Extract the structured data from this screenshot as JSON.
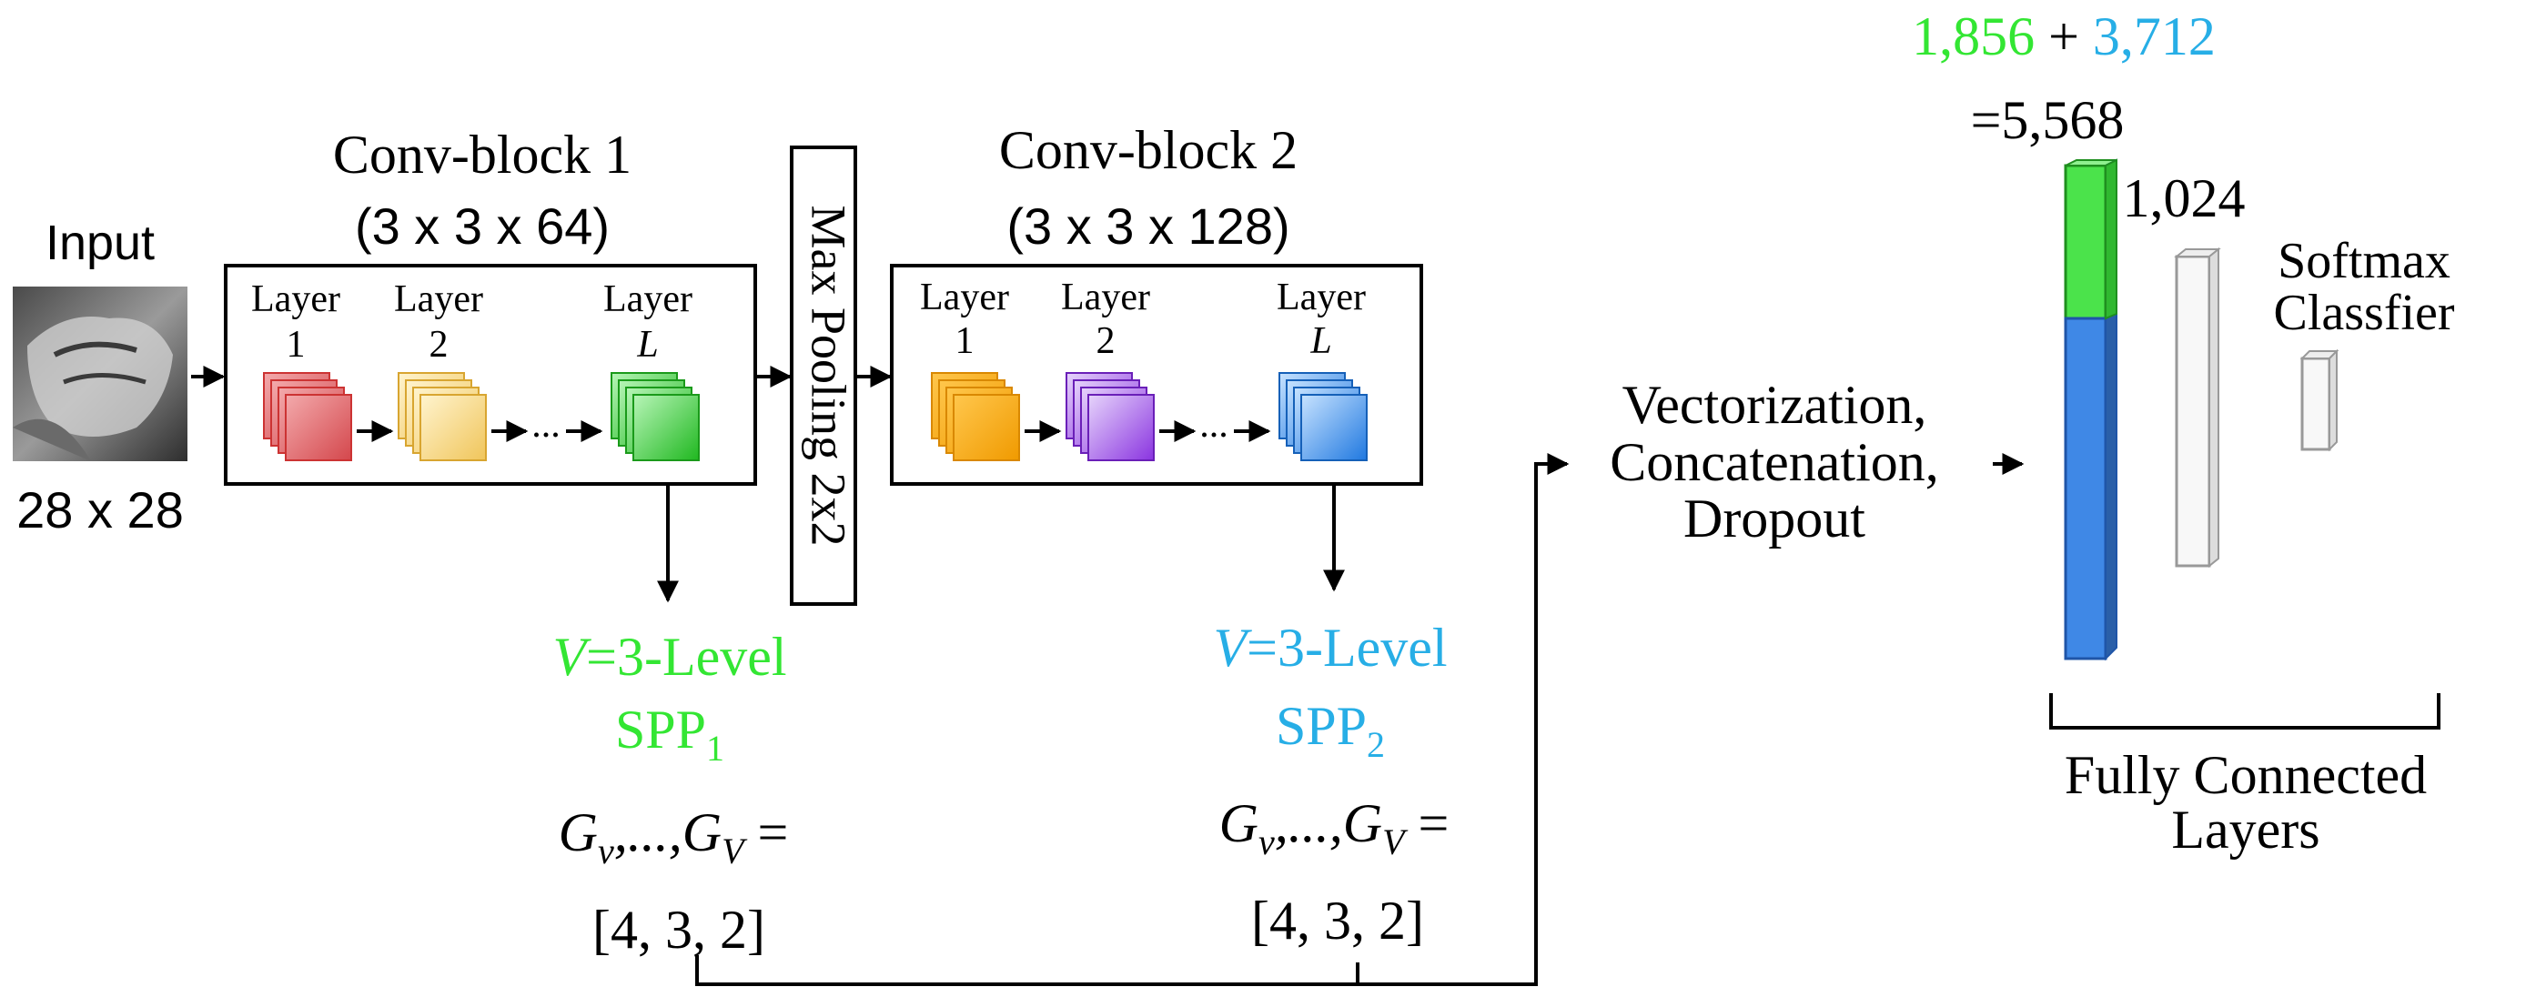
{
  "input": {
    "label": "Input",
    "size": "28 x 28"
  },
  "block1": {
    "title": "Conv-block 1",
    "dims": "(3 x 3 x 64)",
    "layers": [
      {
        "word": "Layer",
        "index": "1"
      },
      {
        "word": "Layer",
        "index": "2"
      },
      {
        "word": "Layer",
        "index": "L"
      }
    ],
    "ellipsis": "..."
  },
  "pool": {
    "label": "Max Pooling 2x2"
  },
  "block2": {
    "title": "Conv-block 2",
    "dims": "(3 x 3 x 128)",
    "layers": [
      {
        "word": "Layer",
        "index": "1"
      },
      {
        "word": "Layer",
        "index": "2"
      },
      {
        "word": "Layer",
        "index": "L"
      }
    ],
    "ellipsis": "..."
  },
  "spp1": {
    "v": "V",
    "level": "=3-Level",
    "name": "SPP",
    "sub": "1",
    "g_formula": "G",
    "g_sub_v": "v",
    "g_mid": ",...,G",
    "g_sub_V": "V",
    "g_eq": " =",
    "g_values": "[4, 3, 2]"
  },
  "spp2": {
    "v": "V",
    "level": "=3-Level",
    "name": "SPP",
    "sub": "2",
    "g_formula": "G",
    "g_sub_v": "v",
    "g_mid": ",...,G",
    "g_sub_V": "V",
    "g_eq": " =",
    "g_values": "[4, 3, 2]"
  },
  "vectorization": {
    "lines": [
      "Vectorization,",
      "Concatenation,",
      "Dropout"
    ]
  },
  "fc": {
    "sum_a": "1,856",
    "plus": " + ",
    "sum_b": "3,712",
    "total": "=5,568",
    "hidden": "1,024",
    "softmax_line1": "Softmax",
    "softmax_line2": "Classfier",
    "caption_line1": "Fully Connected",
    "caption_line2": "Layers"
  },
  "colors": {
    "green": "#33e633",
    "blue": "#27aee6",
    "bar_green": "#4be34b",
    "bar_blue": "#3f88e6",
    "red": "#e0565a",
    "yellow": "#f3cf6a",
    "bright_green": "#2fc12f",
    "orange": "#f5a10a",
    "purple": "#8f3fe0",
    "azure": "#2a86e8"
  }
}
